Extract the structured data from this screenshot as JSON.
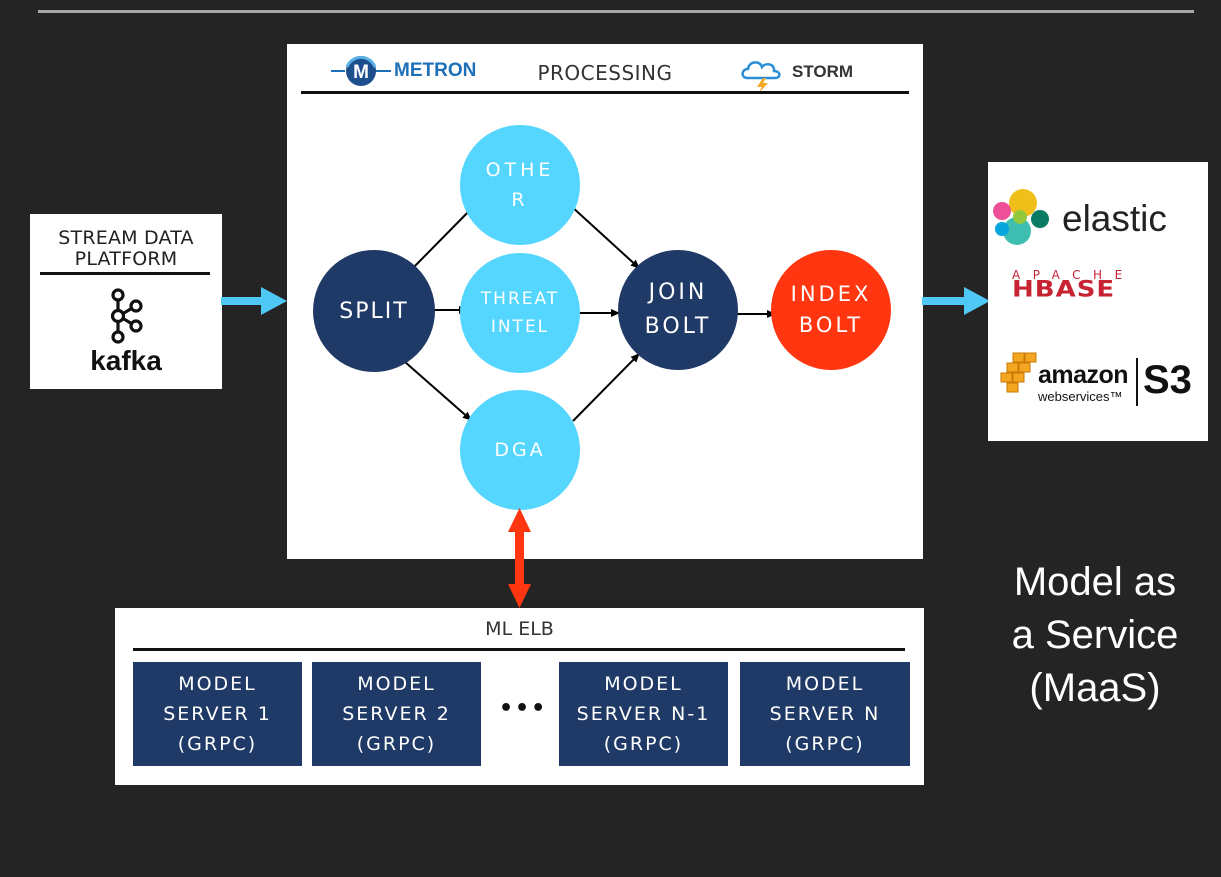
{
  "kafka": {
    "title_line1": "STREAM DATA",
    "title_line2": "PLATFORM",
    "logo_text": "kafka"
  },
  "processing": {
    "metron_label": "METRON",
    "title": "PROCESSING",
    "storm_label": "STORM",
    "nodes": {
      "split": "SPLIT",
      "other_line1": "OTHE",
      "other_line2": "R",
      "threat_line1": "THREAT",
      "threat_line2": "INTEL",
      "dga": "DGA",
      "join_line1": "JOIN",
      "join_line2": "BOLT",
      "index_line1": "INDEX",
      "index_line2": "BOLT"
    }
  },
  "storage": {
    "elastic_label": "elastic",
    "apache_label": "APACHE",
    "hbase_label": "HBASE",
    "amazon_label": "amazon",
    "aws_label": "webservices™",
    "s3_label": "S3"
  },
  "elb": {
    "title": "ML ELB",
    "ellipsis": "•••",
    "servers": [
      {
        "line1": "MODEL",
        "line2": "SERVER 1",
        "line3": "(GRPC)"
      },
      {
        "line1": "MODEL",
        "line2": "SERVER 2",
        "line3": "(GRPC)"
      },
      {
        "line1": "MODEL",
        "line2": "SERVER N-1",
        "line3": "(GRPC)"
      },
      {
        "line1": "MODEL",
        "line2": "SERVER N",
        "line3": "(GRPC)"
      }
    ]
  },
  "maas": {
    "line1": "Model as",
    "line2": "a Service",
    "line3": "(MaaS)"
  },
  "colors": {
    "background": "#242424",
    "node_dark": "#1f3a66",
    "node_light": "#55d6ff",
    "node_red": "#ff3610",
    "flow_arrow": "#4fc8f5",
    "bidirectional_arrow": "#ff3610"
  }
}
